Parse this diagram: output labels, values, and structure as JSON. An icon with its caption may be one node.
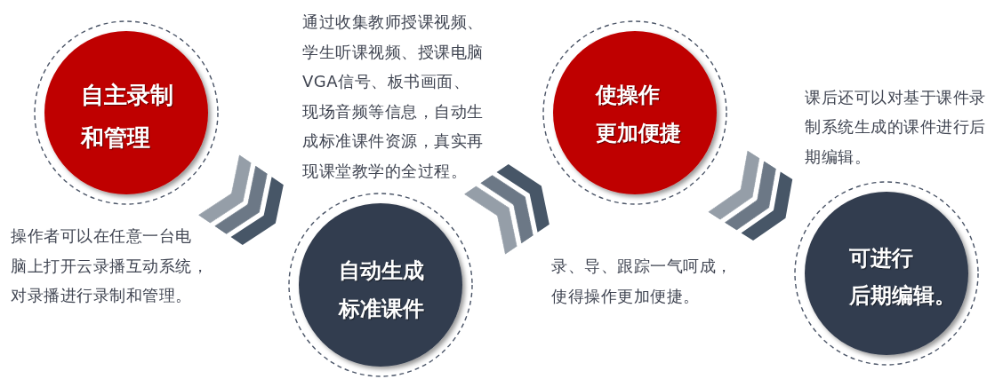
{
  "diagram": {
    "nodes": [
      {
        "text": [
          "自主录制和管理"
        ],
        "beside": [
          "操作者可以在任意一台电脑上打开云录播互动系统，对录播进行录制和管理。"
        ]
      },
      {
        "text": [
          "自动生成标准课件"
        ],
        "beside": [
          "通过收集教师授课视频、学生听课视频、授课电脑VGA信号、板书画面、现场音频等信息，自动生成标准课件资源，真实再现课堂教学的全过程。"
        ]
      },
      {
        "text": [
          "使操作更加便捷"
        ],
        "beside": [
          "录、导、跟踪一气呵成，使得操作更加便捷。"
        ]
      },
      {
        "text": [
          "可进行后期编辑。"
        ],
        "beside": [
          "课后还可以对基于课件录制系统生成的课件进行后期编辑。"
        ]
      }
    ],
    "edges": [
      {
        "from": 0,
        "to": 1,
        "arrow": "to"
      },
      {
        "from": 1,
        "to": 2,
        "arrow": "to"
      },
      {
        "from": 2,
        "to": 3,
        "arrow": "to"
      }
    ]
  }
}
